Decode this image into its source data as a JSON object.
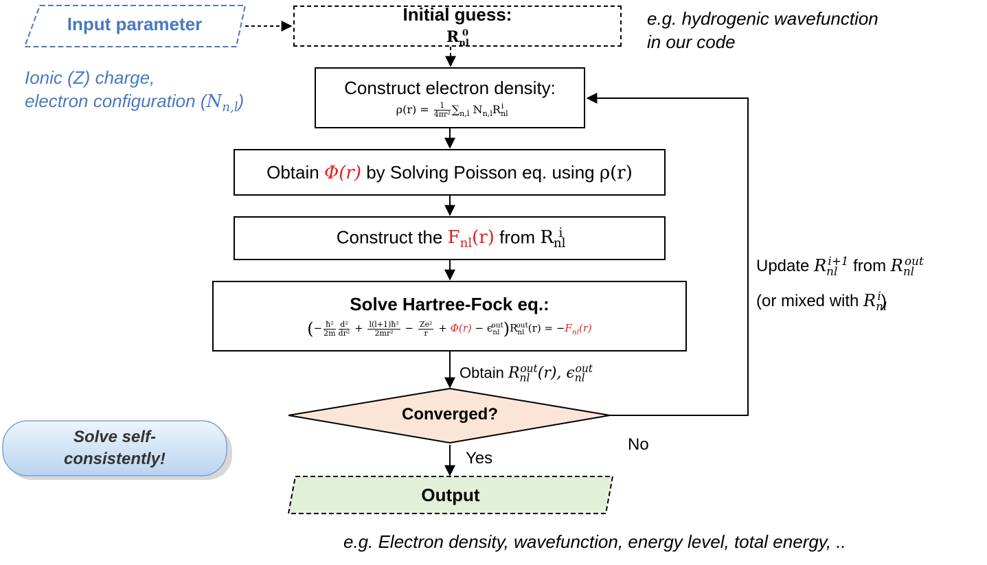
{
  "input_parameter": {
    "label": "Input parameter",
    "desc_line1": "Ionic (Z) charge,",
    "desc_line2_prefix": "electron configuration ("
  },
  "initial_guess": {
    "label": "Initial guess:",
    "note_line1": "e.g. hydrogenic wavefunction",
    "note_line2": "in our code"
  },
  "density_box": {
    "label": "Construct electron density:"
  },
  "poisson_box": {
    "prefix": "Obtain",
    "middle": "by Solving Poisson eq. using",
    "rho": "ρ(r)"
  },
  "fock_box": {
    "prefix": "Construct the",
    "middle": "from"
  },
  "hf_box": {
    "label": "Solve Hartree-Fock eq.:"
  },
  "obtain_label": "Obtain",
  "decision": {
    "label": "Converged?",
    "yes": "Yes",
    "no": "No"
  },
  "update": {
    "prefix": "Update",
    "from": "from",
    "line2_prefix": "(or mixed with",
    "line2_suffix": ")"
  },
  "output": {
    "label": "Output",
    "note": "e.g. Electron density, wavefunction, energy level, total energy, .."
  },
  "callout": {
    "line1": "Solve self-",
    "line2": "consistently!"
  },
  "colors": {
    "accent_blue": "#4a78c0",
    "highlight_red": "#e02020",
    "diamond_fill": "#fbe5d6",
    "output_fill": "#e2efd9",
    "callout_fill": "#cfe2f3"
  }
}
